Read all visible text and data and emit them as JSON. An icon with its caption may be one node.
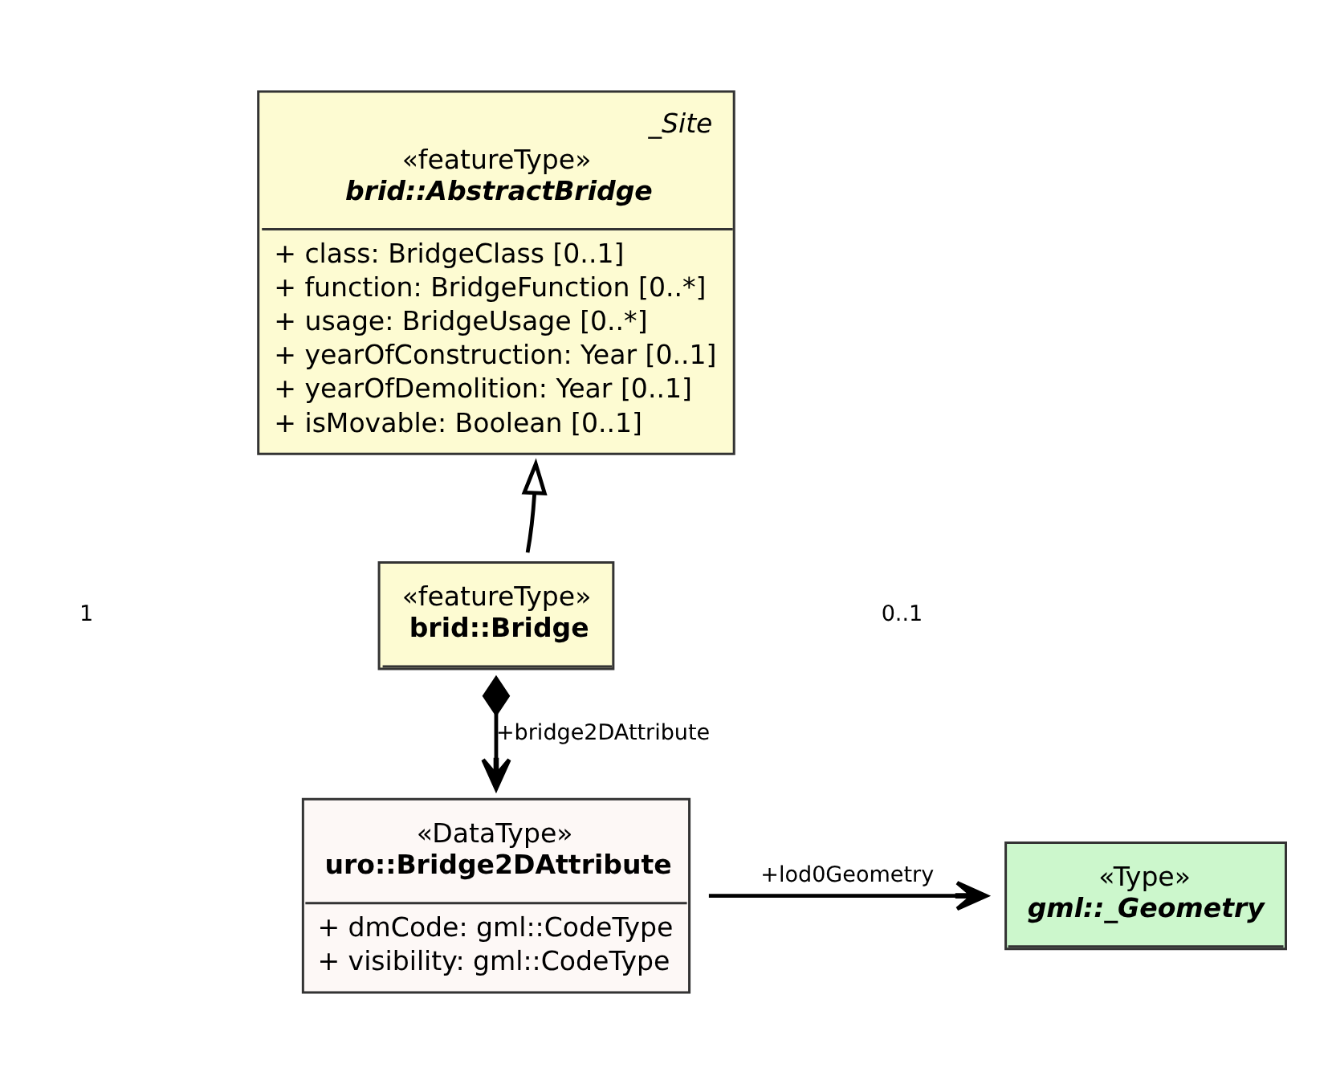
{
  "diagram": {
    "nodes": [
      {
        "text": [
          "_Site",
          "«featureType»",
          "brid::AbstractBridge",
          "+ class: BridgeClass [0..1]",
          "+ function: BridgeFunction [0..*]",
          "+ usage: BridgeUsage [0..*]",
          "+ yearOfConstruction: Year [0..1]",
          "+ yearOfDemolition: Year [0..1]",
          "+ isMovable: Boolean [0..1]"
        ]
      },
      {
        "text": [
          "«featureType»",
          "brid::Bridge"
        ]
      },
      {
        "text": [
          "«DataType»",
          "uro::Bridge2DAttribute",
          "+ dmCode: gml::CodeType",
          "+ visibility: gml::CodeType"
        ]
      },
      {
        "text": [
          "«Type»",
          "gml::_Geometry"
        ]
      }
    ],
    "edges": [
      {
        "from": 1,
        "to": 0,
        "arrow": "to"
      },
      {
        "from": 1,
        "to": 2,
        "arrow": "to",
        "label": "+bridge2DAttribute"
      },
      {
        "from": 2,
        "to": 3,
        "arrow": "to",
        "label": "+lod0Geometry"
      }
    ],
    "labels": [
      "0..1",
      "1"
    ]
  }
}
